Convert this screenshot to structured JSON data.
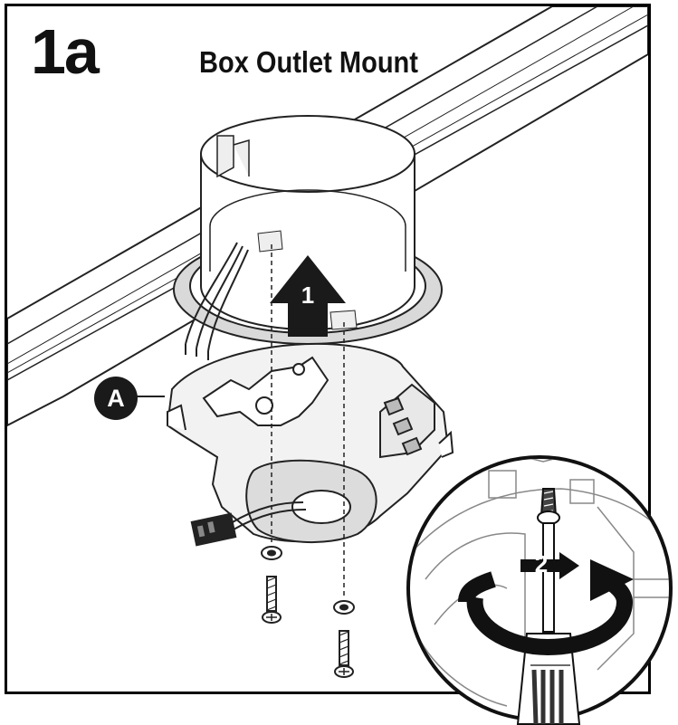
{
  "step": {
    "number": "1a"
  },
  "title": "Box Outlet Mount",
  "callouts": {
    "part_a": "A",
    "arrow_1": "1",
    "arrow_2": "2"
  }
}
